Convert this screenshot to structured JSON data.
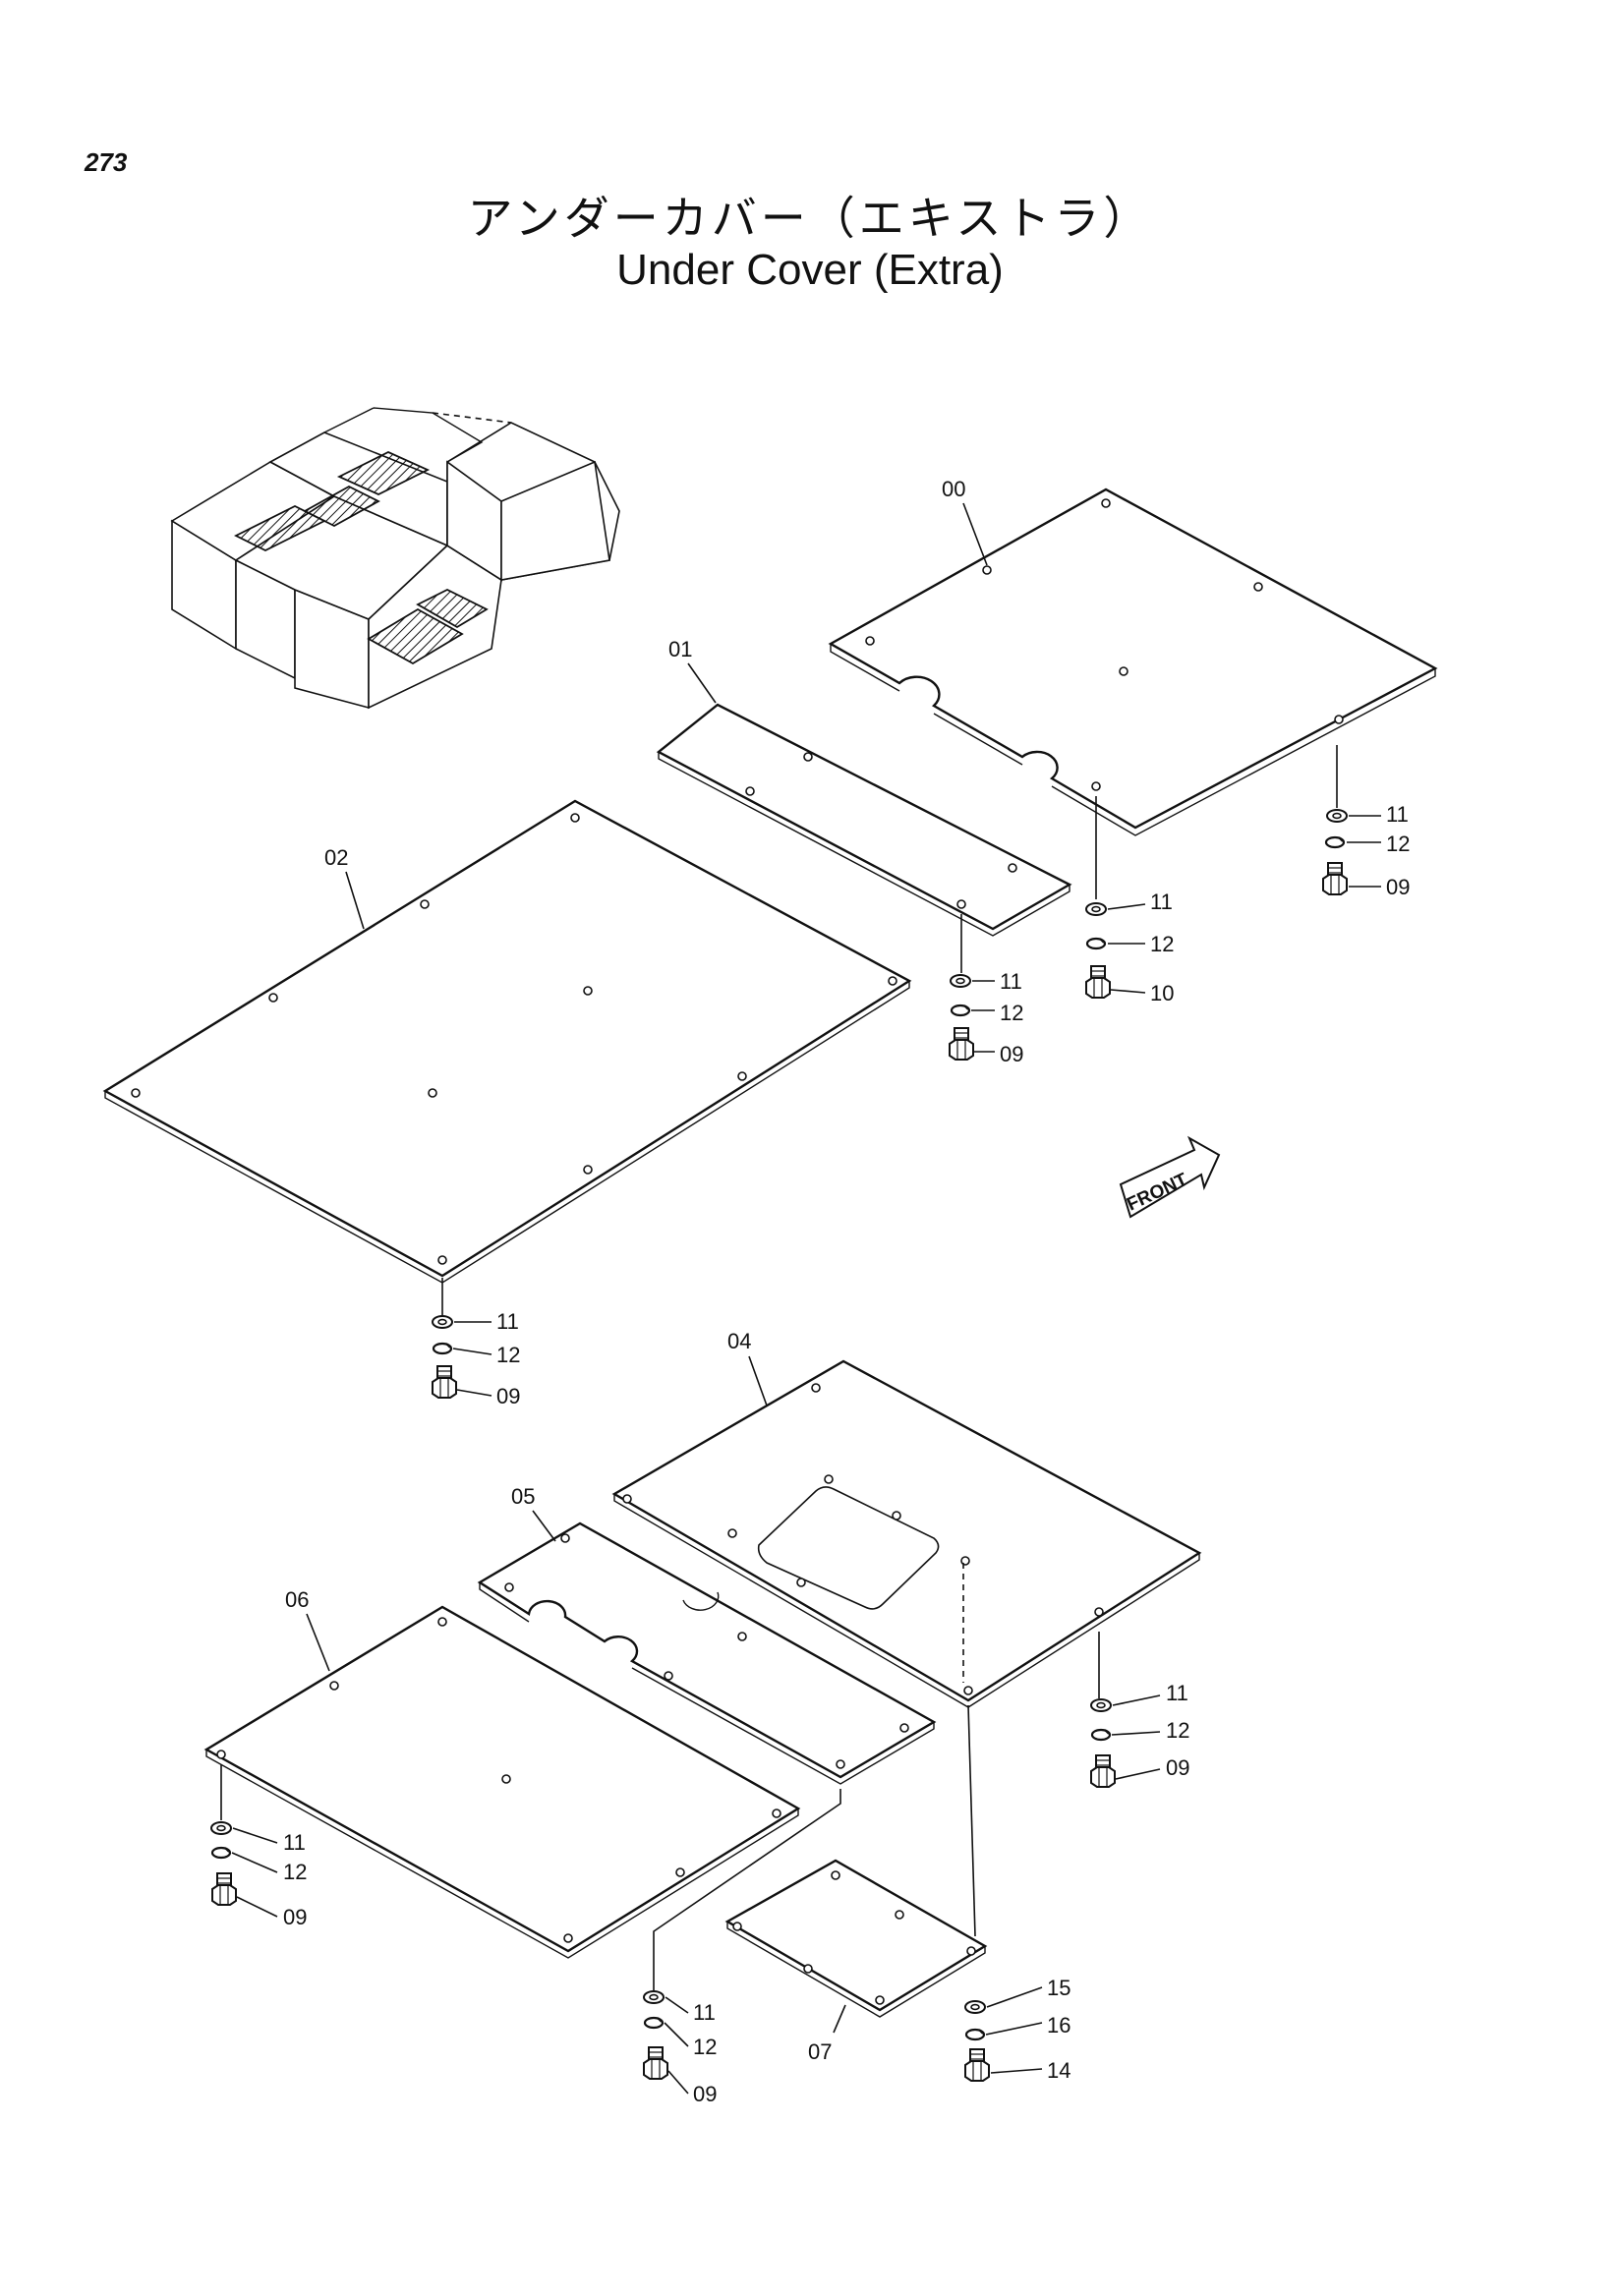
{
  "page_number": "273",
  "title_jp": "アンダーカバー（エキストラ）",
  "title_en": "Under Cover (Extra)",
  "front_label": "FRONT",
  "callouts": {
    "p00": "00",
    "p01": "01",
    "p02": "02",
    "p04": "04",
    "p05": "05",
    "p06": "06",
    "p07": "07",
    "a11": "11",
    "a12": "12",
    "a09": "09",
    "b11": "11",
    "b12": "12",
    "b10": "10",
    "c11": "11",
    "c12": "12",
    "c09": "09",
    "d11": "11",
    "d12": "12",
    "d09": "09",
    "e11": "11",
    "e12": "12",
    "e09": "09",
    "f11": "11",
    "f12": "12",
    "f09": "09",
    "g11": "11",
    "g12": "12",
    "g09": "09",
    "h15": "15",
    "h16": "16",
    "h14": "14"
  }
}
